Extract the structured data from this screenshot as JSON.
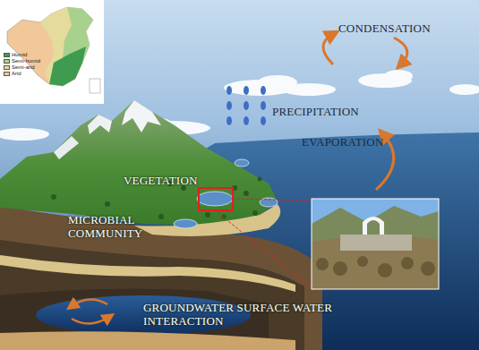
{
  "diagram": {
    "labels": [
      "CONDENSATION",
      "PRECIPITATION",
      "EVAPORATION",
      "VEGETATION",
      "MICROBIAL COMMUNITY",
      "GROUNDWATER SURFACE WATER INTERACTION"
    ],
    "legend": [
      {
        "text": "Humid",
        "color": "#3f9b4f"
      },
      {
        "text": "Semi-humid",
        "color": "#a9d18e"
      },
      {
        "text": "Semi-arid",
        "color": "#e4dc9c"
      },
      {
        "text": "Arid",
        "color": "#f2c79a"
      }
    ]
  }
}
